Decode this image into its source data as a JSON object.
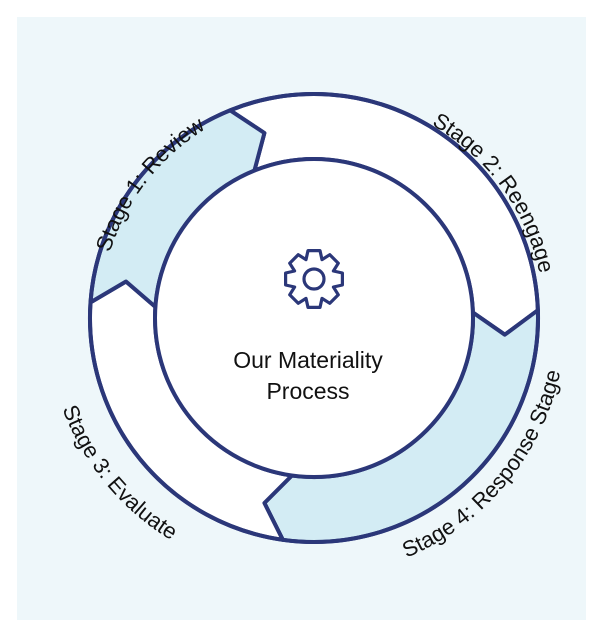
{
  "diagram": {
    "center_title_line1": "Our Materiality",
    "center_title_line2": "Process",
    "center_icon": "gear-icon",
    "stages": [
      {
        "label": "Stage 1: Review",
        "fill": "#ffffff"
      },
      {
        "label": "Stage 2: Reengage",
        "fill": "#d3ecf4"
      },
      {
        "label": "Stage 3: Evaluate",
        "fill": "#ffffff"
      },
      {
        "label": "Stage 4: Response Stage",
        "fill": "#d3ecf4"
      }
    ],
    "colors": {
      "background": "#eef7fa",
      "outline": "#2b3779",
      "light_segment": "#d3ecf4",
      "white_segment": "#ffffff",
      "text": "#111111"
    }
  }
}
